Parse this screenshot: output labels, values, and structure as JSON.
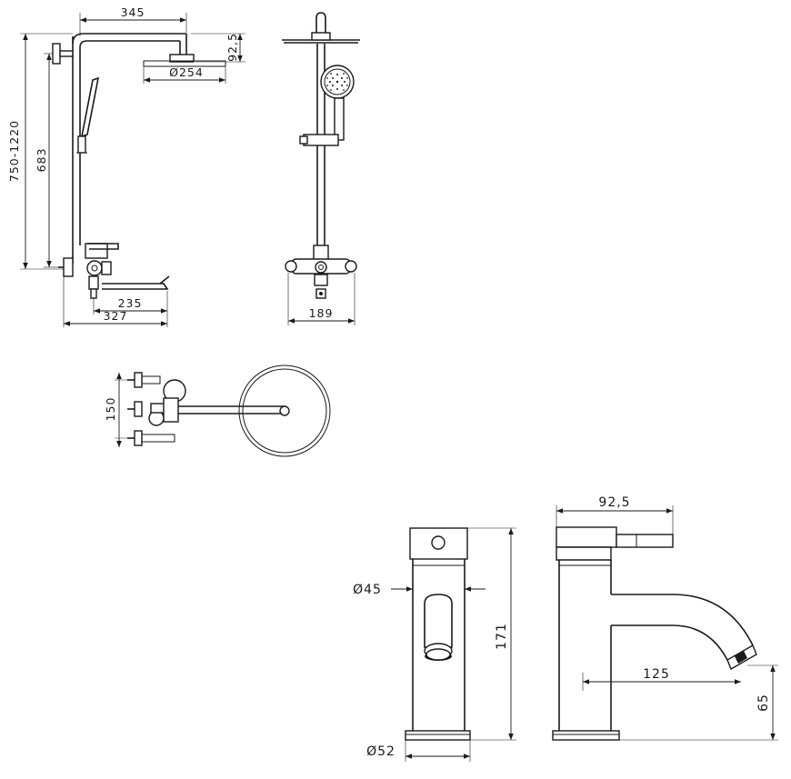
{
  "dimensions": {
    "shower_arm_width": "345",
    "head_drop": "92,5",
    "head_diameter": "Ø254",
    "total_height": "750-1220",
    "rail_height": "683",
    "spout_reach": "235",
    "total_depth": "327",
    "front_width": "189",
    "wall_spacing": "150",
    "lever_length": "92,5",
    "pipe_diameter": "Ø45",
    "faucet_height": "171",
    "spout_reach_basin": "125",
    "spout_height": "65",
    "base_diameter": "Ø52"
  }
}
